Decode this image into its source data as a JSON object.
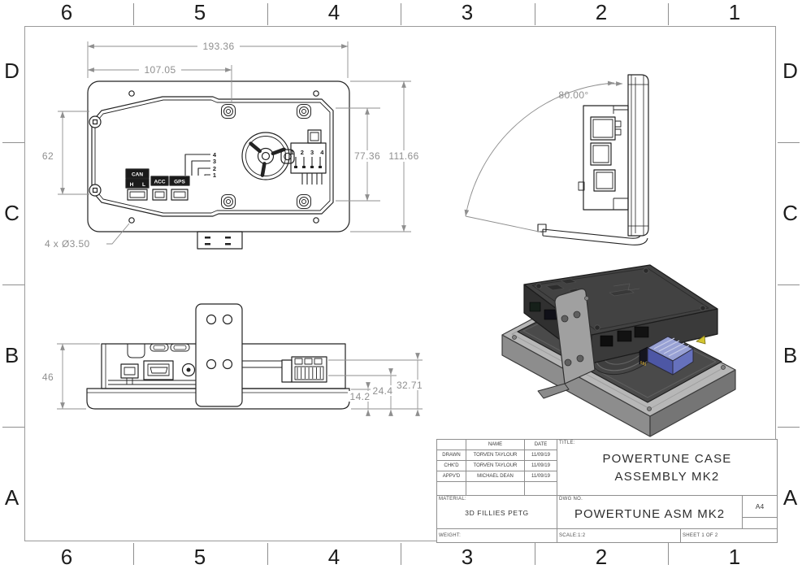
{
  "sheet": {
    "zone_columns": [
      "6",
      "5",
      "4",
      "3",
      "2",
      "1"
    ],
    "zone_rows": [
      "D",
      "C",
      "B",
      "A"
    ]
  },
  "views": {
    "front": {
      "dims": {
        "width_total": "193.36",
        "width_partial": "107.05",
        "height_left": "62",
        "height_inner": "77.36",
        "height_outer": "111.66",
        "holes": "4 x Ø3.50"
      },
      "labels": {
        "can": "CAN",
        "can_h": "H",
        "can_l": "L",
        "acc": "ACC",
        "gps": "GPS",
        "wires": [
          "4",
          "3",
          "2",
          "1"
        ],
        "header_pins": "1 2 3 4"
      }
    },
    "side": {
      "angle": "80.00°"
    },
    "bottom": {
      "dims": {
        "height": "46",
        "d1": "14.2",
        "d2": "24.4",
        "d3": "32.71"
      }
    }
  },
  "title_block": {
    "headers": {
      "name": "NAME",
      "date": "DATE"
    },
    "rows": [
      {
        "role": "DRAWN",
        "name": "TORVEN TAYLOUR",
        "date": "11/09/19"
      },
      {
        "role": "CHK'D",
        "name": "TORVEN TAYLOUR",
        "date": "11/09/19"
      },
      {
        "role": "APPV'D",
        "name": "MICHAEL DEAN",
        "date": "11/09/19"
      }
    ],
    "title_label": "TITLE:",
    "title_line1": "POWERTUNE CASE",
    "title_line2": "ASSEMBLY MK2",
    "material_label": "MATERIAL:",
    "material_value": "3D FILLIES PETG",
    "dwg_label": "DWG NO.",
    "dwg_value": "POWERTUNE ASM MK2",
    "size": "A4",
    "weight_label": "WEIGHT:",
    "scale_label": "SCALE:1:2",
    "sheet_label": "SHEET 1 OF 2"
  },
  "colors": {
    "line": "#232323",
    "dim": "#8f8f8f",
    "frame": "#9a9a9a",
    "iso_base": "#b7b7b7",
    "iso_case": "#424242",
    "iso_bracket": "#a0a0a0",
    "iso_connector": "#5d68b0",
    "iso_accent": "#d3c52f"
  }
}
